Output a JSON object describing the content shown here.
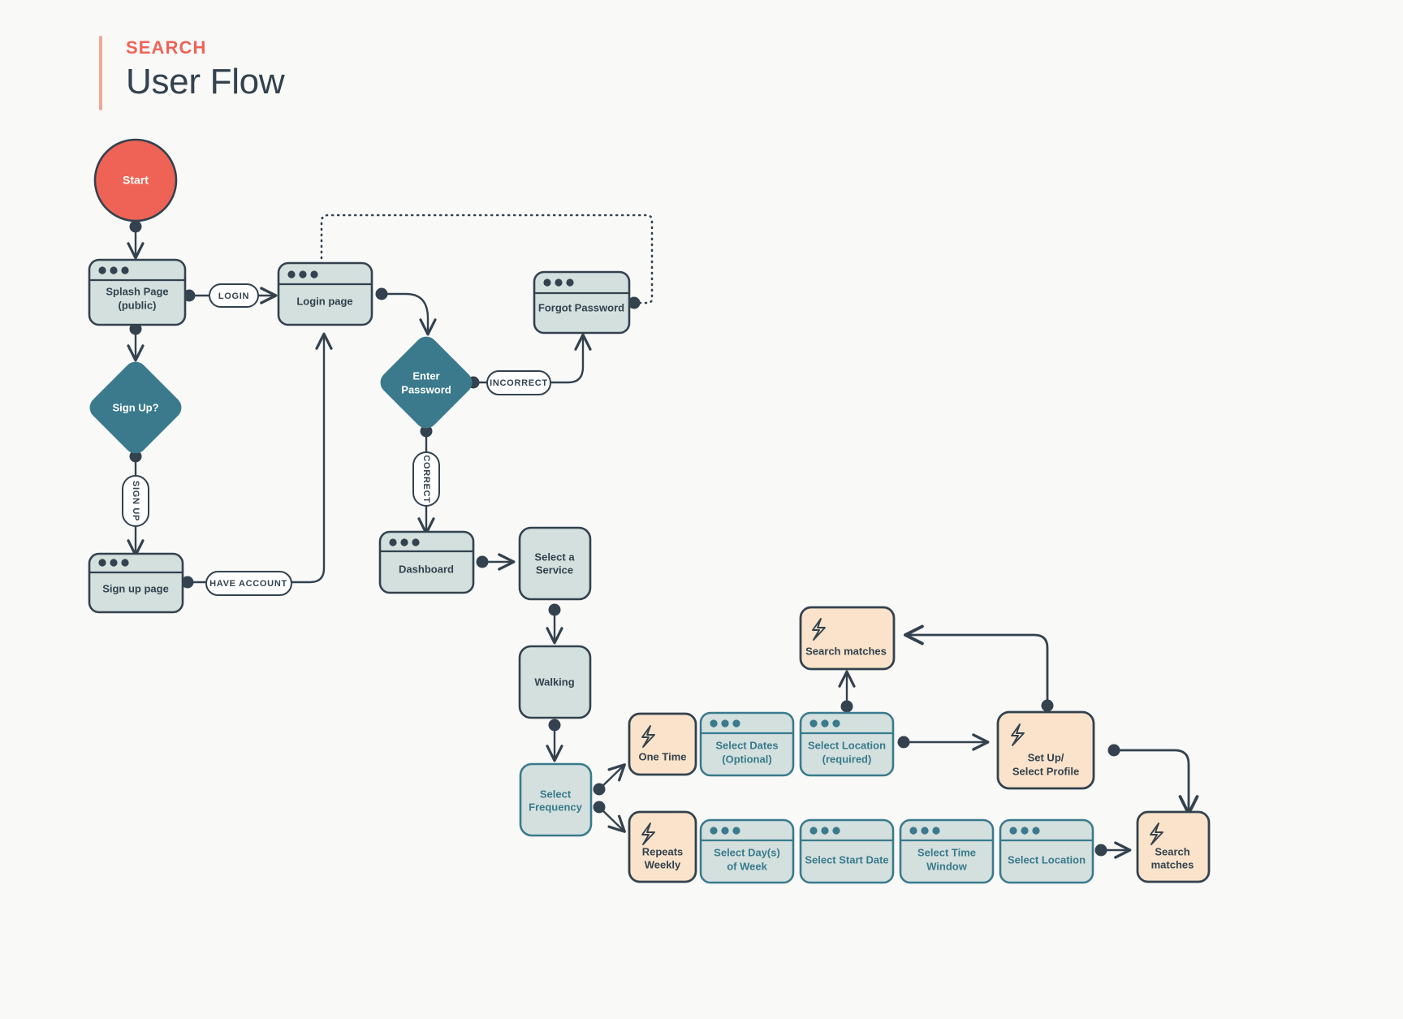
{
  "header": {
    "kicker": "SEARCH",
    "title": "User Flow"
  },
  "colors": {
    "background": "#f9f9f8",
    "accent_red": "#ef6356",
    "navy": "#33424e",
    "teal": "#3a7a8c",
    "card_fill": "#d3e0de",
    "peach_fill": "#fae3ca",
    "white": "#ffffff"
  },
  "nodes": {
    "start": {
      "label": "Start",
      "shape": "circle",
      "fill": "accent_red"
    },
    "splash": {
      "label_line1": "Splash Page",
      "label_line2": "(public)",
      "shape": "window",
      "fill": "card_fill"
    },
    "signup_decision": {
      "label": "Sign Up?",
      "shape": "diamond",
      "fill": "teal"
    },
    "signup_page": {
      "label": "Sign up page",
      "shape": "window",
      "fill": "card_fill"
    },
    "login_page": {
      "label": "Login page",
      "shape": "window",
      "fill": "card_fill"
    },
    "enter_password": {
      "label_line1": "Enter",
      "label_line2": "Password",
      "shape": "diamond",
      "fill": "teal"
    },
    "forgot_password": {
      "label": "Forgot Password",
      "shape": "window",
      "fill": "card_fill"
    },
    "dashboard": {
      "label": "Dashboard",
      "shape": "window",
      "fill": "card_fill"
    },
    "select_service": {
      "label_line1": "Select a",
      "label_line2": "Service",
      "shape": "rounded",
      "fill": "card_fill"
    },
    "walking": {
      "label": "Walking",
      "shape": "rounded",
      "fill": "card_fill"
    },
    "select_frequency": {
      "label_line1": "Select",
      "label_line2": "Frequency",
      "shape": "rounded",
      "fill": "card_fill"
    },
    "one_time": {
      "label": "One Time",
      "shape": "action",
      "icon": "lightning-icon",
      "fill": "peach_fill"
    },
    "select_dates": {
      "label_line1": "Select Dates",
      "label_line2": "(Optional)",
      "shape": "window",
      "fill": "card_fill"
    },
    "select_location_required": {
      "label_line1": "Select Location",
      "label_line2": "(required)",
      "shape": "window",
      "fill": "card_fill"
    },
    "search_matches_top": {
      "label": "Search matches",
      "shape": "action",
      "icon": "lightning-icon",
      "fill": "peach_fill"
    },
    "setup_profile": {
      "label_line1": "Set Up/",
      "label_line2": "Select Profile",
      "shape": "action",
      "icon": "lightning-icon",
      "fill": "peach_fill"
    },
    "repeats_weekly": {
      "label_line1": "Repeats",
      "label_line2": "Weekly",
      "shape": "action",
      "icon": "lightning-icon",
      "fill": "peach_fill"
    },
    "select_days": {
      "label_line1": "Select Day(s)",
      "label_line2": "of Week",
      "shape": "window",
      "fill": "card_fill"
    },
    "select_start_date": {
      "label": "Select Start Date",
      "shape": "window",
      "fill": "card_fill"
    },
    "select_time_window": {
      "label_line1": "Select Time",
      "label_line2": "Window",
      "shape": "window",
      "fill": "card_fill"
    },
    "select_location": {
      "label": "Select Location",
      "shape": "window",
      "fill": "card_fill"
    },
    "search_matches_bottom": {
      "label_line1": "Search",
      "label_line2": "matches",
      "shape": "action",
      "icon": "lightning-icon",
      "fill": "peach_fill"
    }
  },
  "edge_labels": {
    "login": "LOGIN",
    "sign_up": "SIGN UP",
    "have_account": "HAVE ACCOUNT",
    "incorrect": "INCORRECT",
    "correct": "CORRECT"
  }
}
